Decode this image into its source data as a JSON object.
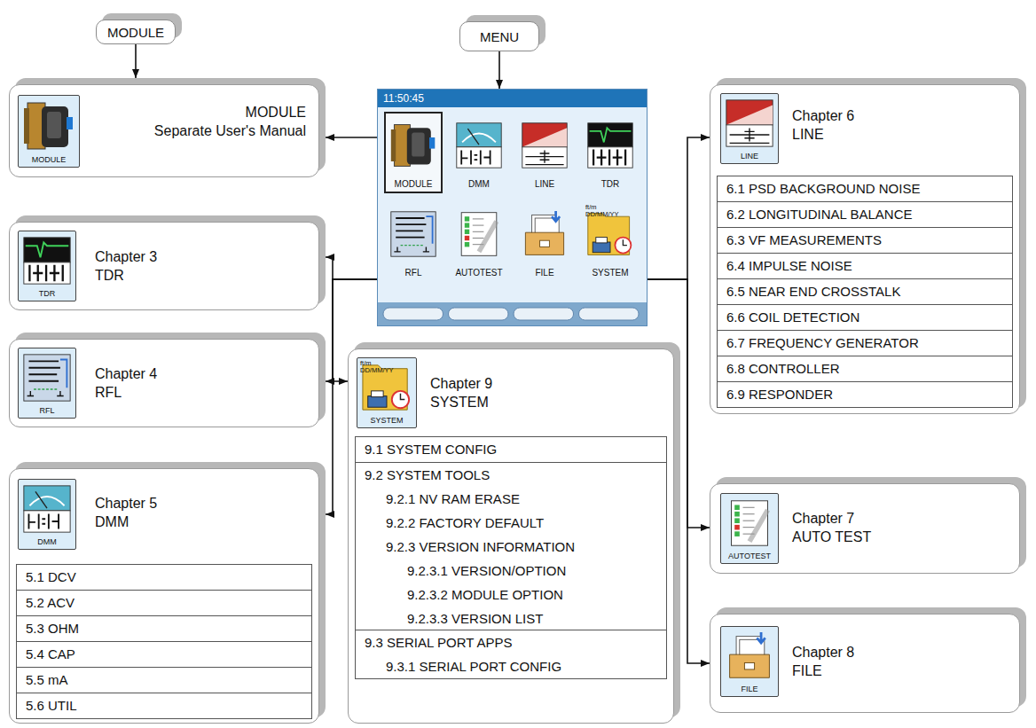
{
  "diagram": {
    "nodes": [
      {
        "text": [
          "MODULE"
        ]
      },
      {
        "text": [
          "MENU"
        ]
      },
      {
        "text": [
          "MODULE",
          "Separate User's Manual"
        ]
      },
      {
        "text": [
          "MODULE"
        ],
        "in": 2
      },
      {
        "text": [
          "11:50:45"
        ]
      },
      {
        "text": [
          "MODULE"
        ],
        "in": 4
      },
      {
        "text": [
          "DMM"
        ],
        "in": 4
      },
      {
        "text": [
          "LINE"
        ],
        "in": 4
      },
      {
        "text": [
          "TDR"
        ],
        "in": 4
      },
      {
        "text": [
          "RFL"
        ],
        "in": 4
      },
      {
        "text": [
          "AUTOTEST"
        ],
        "in": 4
      },
      {
        "text": [
          "FILE"
        ],
        "in": 4
      },
      {
        "text": [
          "ft/m",
          "DD/MM/YY",
          "SYSTEM"
        ],
        "in": 4
      },
      {
        "text": [
          "Chapter 6",
          "LINE"
        ]
      },
      {
        "text": [
          "LINE"
        ],
        "in": 13
      },
      {
        "text": [
          "6.1 PSD BACKGROUND NOISE"
        ],
        "in": 13
      },
      {
        "text": [
          "6.2 LONGITUDINAL BALANCE"
        ],
        "in": 13
      },
      {
        "text": [
          "6.3 VF MEASUREMENTS"
        ],
        "in": 13
      },
      {
        "text": [
          "6.4 IMPULSE NOISE"
        ],
        "in": 13
      },
      {
        "text": [
          "6.5 NEAR END CROSSTALK"
        ],
        "in": 13
      },
      {
        "text": [
          "6.6 COIL DETECTION"
        ],
        "in": 13
      },
      {
        "text": [
          "6.7 FREQUENCY GENERATOR"
        ],
        "in": 13
      },
      {
        "text": [
          "6.8 CONTROLLER"
        ],
        "in": 13
      },
      {
        "text": [
          "6.9 RESPONDER"
        ],
        "in": 13
      },
      {
        "text": [
          "Chapter 3",
          "TDR"
        ]
      },
      {
        "text": [
          "TDR"
        ],
        "in": 24
      },
      {
        "text": [
          "Chapter 4",
          "RFL"
        ]
      },
      {
        "text": [
          "RFL"
        ],
        "in": 26
      },
      {
        "text": [
          "Chapter 9",
          "SYSTEM"
        ]
      },
      {
        "text": [
          "ft/m",
          "DD/MM/YY",
          "SYSTEM"
        ],
        "in": 28
      },
      {
        "text": [
          "9.1 SYSTEM CONFIG"
        ],
        "in": 28
      },
      {
        "text": [
          "9.2 SYSTEM TOOLS",
          "9.2.1 NV RAM ERASE",
          "9.2.2 FACTORY DEFAULT",
          "9.2.3 VERSION INFORMATION",
          "9.2.3.1 VERSION/OPTION",
          "9.2.3.2 MODULE OPTION",
          "9.2.3.3 VERSION LIST"
        ],
        "in": 28
      },
      {
        "text": [
          "9.3 SERIAL PORT APPS",
          "9.3.1 SERIAL PORT CONFIG"
        ],
        "in": 28
      },
      {
        "text": [
          "Chapter 5",
          "DMM"
        ]
      },
      {
        "text": [
          "DMM"
        ],
        "in": 33
      },
      {
        "text": [
          "5.1 DCV"
        ],
        "in": 33
      },
      {
        "text": [
          "5.2 ACV"
        ],
        "in": 33
      },
      {
        "text": [
          "5.3 OHM"
        ],
        "in": 33
      },
      {
        "text": [
          "5.4 CAP"
        ],
        "in": 33
      },
      {
        "text": [
          "5.5 mA"
        ],
        "in": 33
      },
      {
        "text": [
          "5.6 UTIL"
        ],
        "in": 33
      },
      {
        "text": [
          "Chapter 7",
          "AUTO TEST"
        ]
      },
      {
        "text": [
          "AUTOTEST"
        ],
        "in": 41
      },
      {
        "text": [
          "Chapter 8",
          "FILE"
        ]
      },
      {
        "text": [
          "FILE"
        ],
        "in": 43
      }
    ],
    "edges": [
      {
        "from": 0,
        "to": 2,
        "arrow": "to"
      },
      {
        "from": 1,
        "to": 4,
        "arrow": "to"
      },
      {
        "from": 4,
        "to": 2,
        "arrow": "to"
      },
      {
        "from": 4,
        "to": 24,
        "arrow": "to"
      },
      {
        "from": 4,
        "to": 26,
        "arrow": "to"
      },
      {
        "from": 4,
        "to": 33,
        "arrow": "to"
      },
      {
        "from": 4,
        "to": 28,
        "arrow": "to"
      },
      {
        "from": 4,
        "to": 13,
        "arrow": "to"
      },
      {
        "from": 4,
        "to": 41,
        "arrow": "to"
      },
      {
        "from": 4,
        "to": 43,
        "arrow": "to"
      }
    ]
  }
}
